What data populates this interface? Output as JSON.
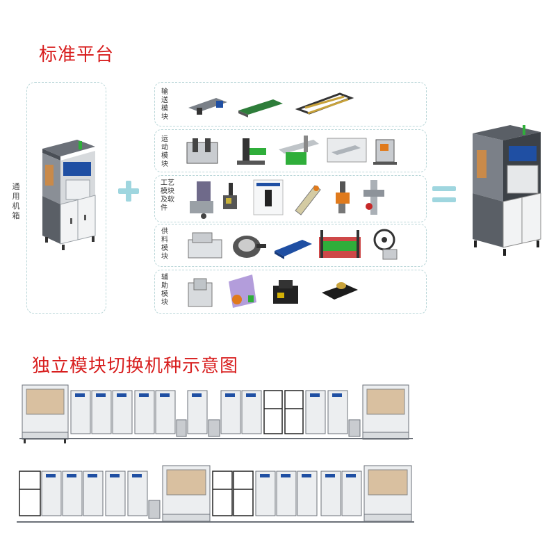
{
  "titles": {
    "platform": "标准平台",
    "switching": "独立模块切换机种示意图"
  },
  "left_machine": {
    "label": "通用机箱"
  },
  "modules": [
    {
      "label": "输送模块"
    },
    {
      "label": "运动模块"
    },
    {
      "label": "工艺模块及软件"
    },
    {
      "label": "供料模块"
    },
    {
      "label": "辅助模块"
    }
  ],
  "colors": {
    "title_red": "#d81e1e",
    "dashed_border": "#b9d6d8",
    "operator_cyan": "#9fd6df",
    "frame_gray": "#5a5f66",
    "panel_light": "#e6e8ea",
    "screen_blue": "#1f4fa3",
    "module_green": "#2fae3a",
    "module_red": "#c62828",
    "accent_orange": "#e07a1c"
  },
  "icons": {
    "plus": "plus-icon",
    "equals": "equals-icon"
  }
}
